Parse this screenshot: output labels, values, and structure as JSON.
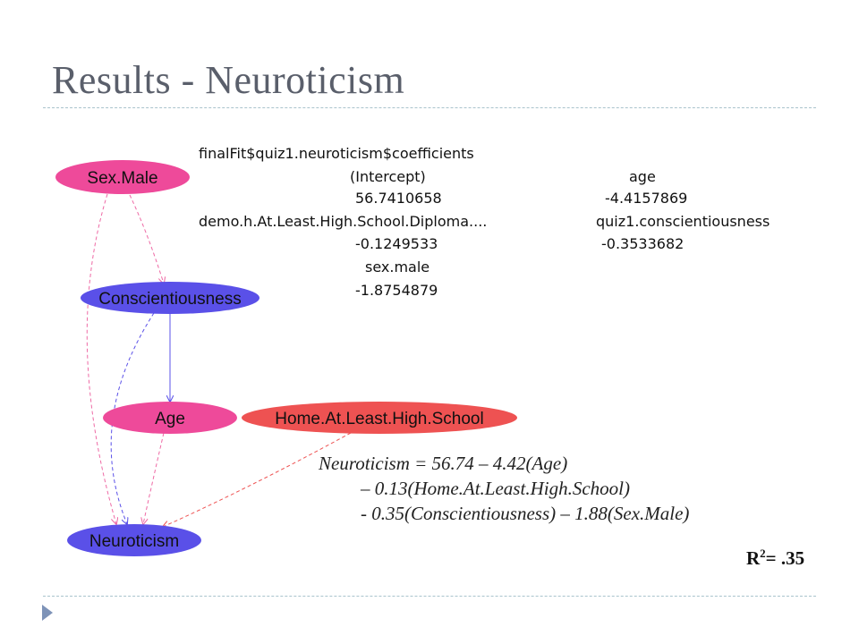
{
  "slide": {
    "title": "Results - Neuroticism"
  },
  "graph": {
    "nodes": {
      "sex_male": "Sex.Male",
      "conscientiousness": "Conscientiousness",
      "age": "Age",
      "home": "Home.At.Least.High.School",
      "neuroticism": "Neuroticism"
    },
    "colors": {
      "pink": "#ee4a9a",
      "blue": "#5a50e8",
      "red": "#ee5252"
    }
  },
  "coefficients": {
    "header": "finalFit$quiz1.neuroticism$coefficients",
    "intercept_label": "(Intercept)",
    "age_label": "age",
    "intercept_value": "56.7410658",
    "age_value": "-4.4157869",
    "diploma_label": "demo.h.At.Least.High.School.Diploma....",
    "consc_label": "quiz1.conscientiousness",
    "diploma_value": "-0.1249533",
    "consc_value": "-0.3533682",
    "sex_label": "sex.male",
    "sex_value": "-1.8754879"
  },
  "equation": {
    "line1": "Neuroticism = 56.74 – 4.42(Age)",
    "line2": "– 0.13(Home.At.Least.High.School)",
    "line3": "- 0.35(Conscientiousness) – 1.88(Sex.Male)"
  },
  "r_squared": {
    "base": "R",
    "exp": "2",
    "value": "= .35"
  }
}
